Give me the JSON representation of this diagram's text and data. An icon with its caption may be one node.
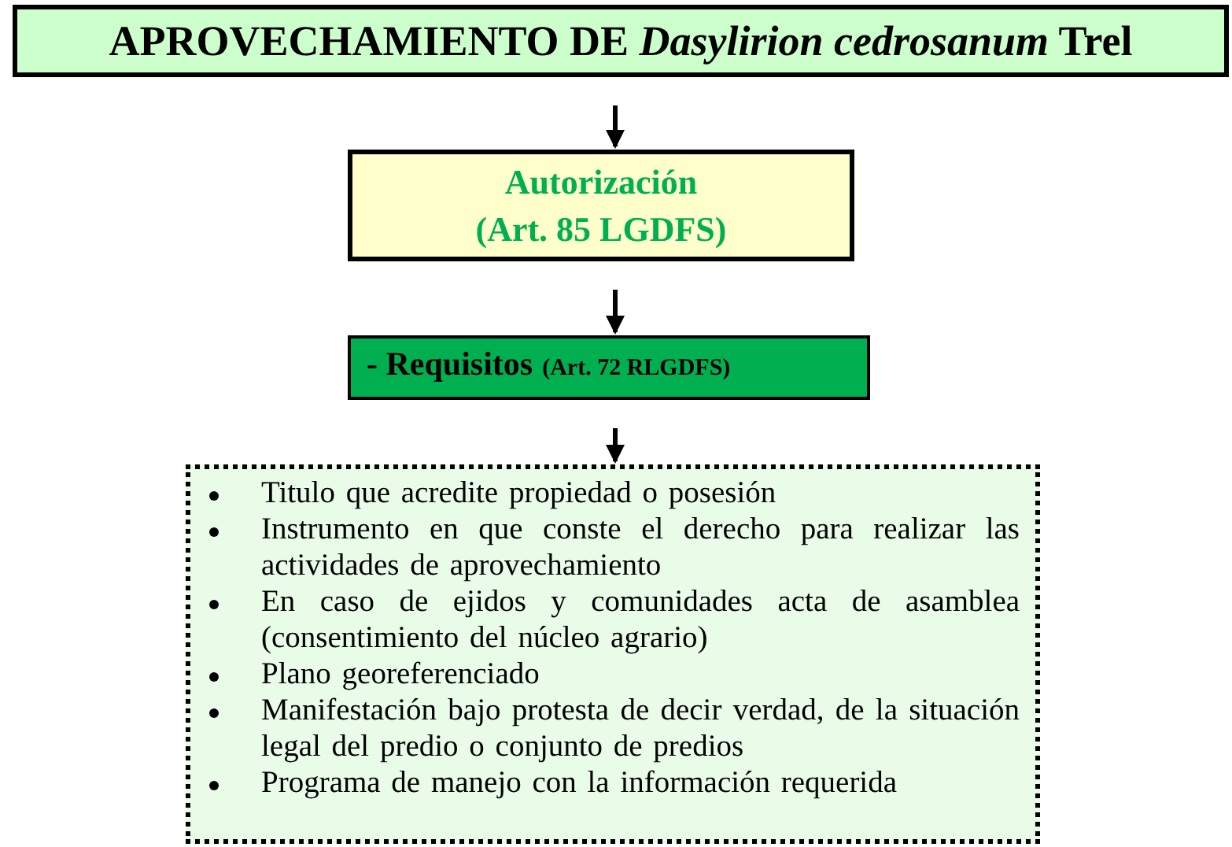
{
  "diagram": {
    "nodes": [
      {
        "text": [
          "APROVECHAMIENTO DE *Dasylirion cedrosanum* Trel"
        ]
      },
      {
        "text": [
          "Autorización",
          "(Art. 85 LGDFS)"
        ]
      },
      {
        "text": [
          "- Requisitos",
          "(Art. 72 RLGDFS)"
        ]
      },
      {
        "text": [
          "Titulo que acredite propiedad o posesión",
          "Instrumento en que conste el derecho para realizar las actividades de aprovechamiento",
          "En caso de ejidos y comunidades acta de asamblea (consentimiento del núcleo agrario)",
          "Plano georeferenciado",
          "Manifestación bajo protesta de decir verdad, de la situación legal del predio o conjunto de predios",
          "Programa de manejo con la información requerida"
        ]
      }
    ],
    "edges": [
      {
        "from": 0,
        "to": 1,
        "arrow": "to"
      },
      {
        "from": 1,
        "to": 2,
        "arrow": "to"
      },
      {
        "from": 2,
        "to": 3,
        "arrow": "to"
      }
    ]
  }
}
